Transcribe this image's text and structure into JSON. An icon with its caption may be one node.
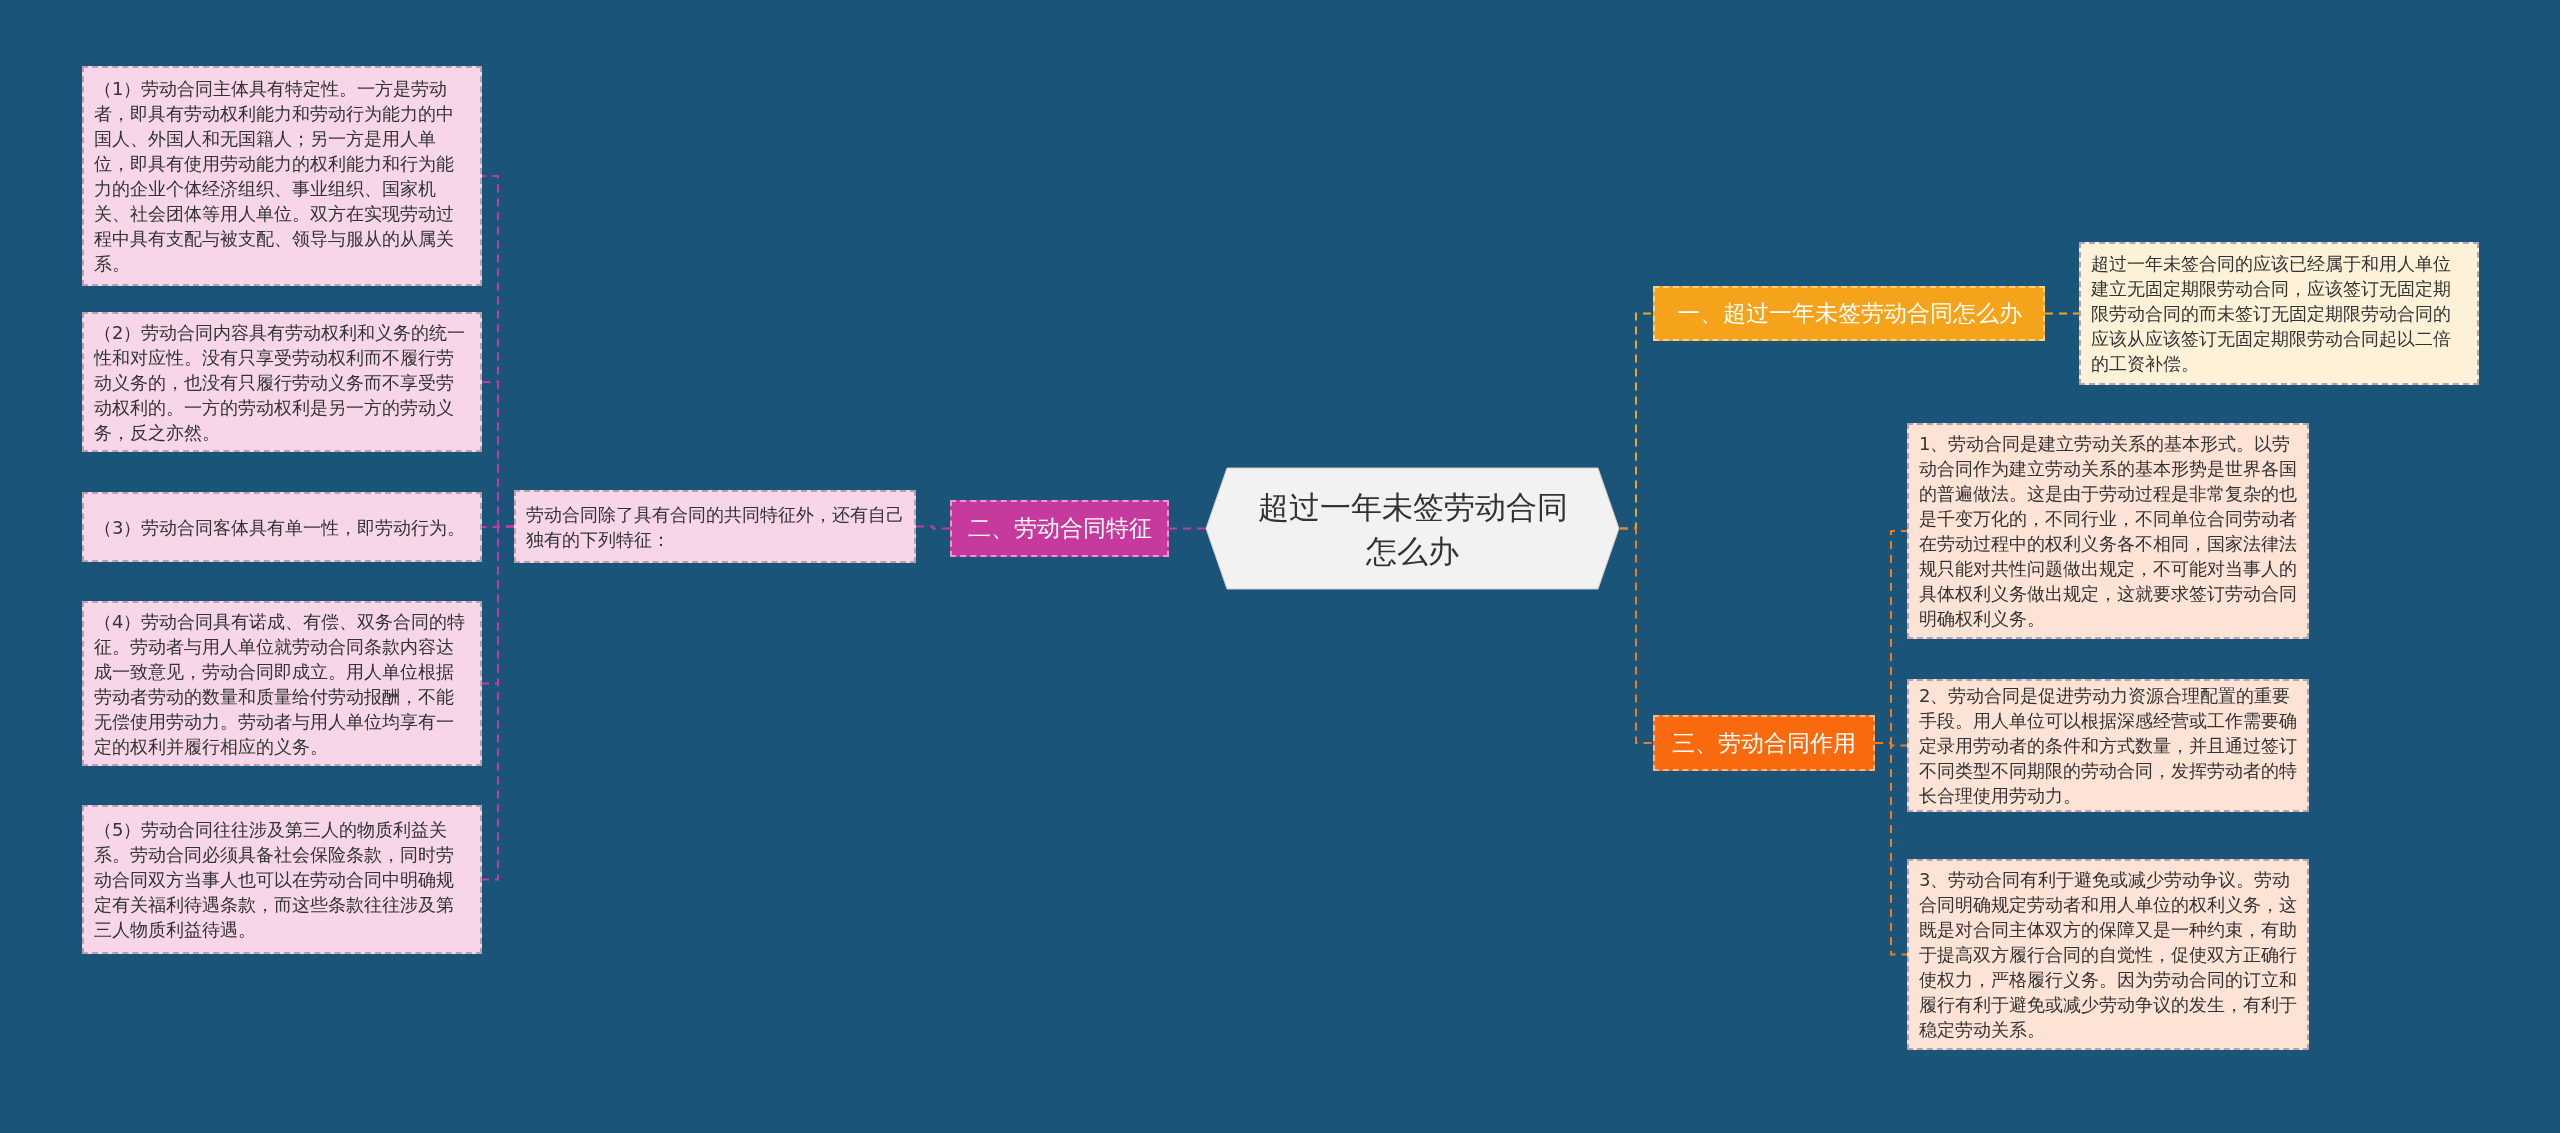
{
  "diagram": {
    "nodes": [
      {
        "text": [
          "超过一年未签劳动合同怎么办"
        ]
      },
      {
        "text": [
          "一、超过一年未签劳动合同怎么办"
        ]
      },
      {
        "text": [
          "超过一年未签合同的应该已经属于和用人单位建立无固定期限劳动合同，应该签订无固定期限劳动合同的而未签订无固定期限劳动合同的应该从应该签订无固定期限劳动合同起以二倍的工资补偿。"
        ]
      },
      {
        "text": [
          "二、劳动合同特征"
        ]
      },
      {
        "text": [
          "劳动合同除了具有合同的共同特征外，还有自己独有的下列特征："
        ]
      },
      {
        "text": [
          "（1）劳动合同主体具有特定性。一方是劳动者，即具有劳动权利能力和劳动行为能力的中国人、外国人和无国籍人；另一方是用人单位，即具有使用劳动能力的权利能力和行为能力的企业个体经济组织、事业组织、国家机关、社会团体等用人单位。双方在实现劳动过程中具有支配与被支配、领导与服从的从属关系。"
        ]
      },
      {
        "text": [
          "（2）劳动合同内容具有劳动权利和义务的统一性和对应性。没有只享受劳动权利而不履行劳动义务的，也没有只履行劳动义务而不享受劳动权利的。一方的劳动权利是另一方的劳动义务，反之亦然。"
        ]
      },
      {
        "text": [
          "（3）劳动合同客体具有单一性，即劳动行为。"
        ]
      },
      {
        "text": [
          "（4）劳动合同具有诺成、有偿、双务合同的特征。劳动者与用人单位就劳动合同条款内容达成一致意见，劳动合同即成立。用人单位根据劳动者劳动的数量和质量给付劳动报酬，不能无偿使用劳动力。劳动者与用人单位均享有一定的权利并履行相应的义务。"
        ]
      },
      {
        "text": [
          "（5）劳动合同往往涉及第三人的物质利益关系。劳动合同必须具备社会保险条款，同时劳动合同双方当事人也可以在劳动合同中明确规定有关福利待遇条款，而这些条款往往涉及第三人物质利益待遇。"
        ]
      },
      {
        "text": [
          "三、劳动合同作用"
        ]
      },
      {
        "text": [
          "1、劳动合同是建立劳动关系的基本形式。以劳动合同作为建立劳动关系的基本形势是世界各国的普遍做法。这是由于劳动过程是非常复杂的也是千变万化的，不同行业，不同单位合同劳动者在劳动过程中的权利义务各不相同，国家法律法规只能对共性问题做出规定，不可能对当事人的具体权利义务做出规定，这就要求签订劳动合同明确权利义务。"
        ]
      },
      {
        "text": [
          "2、劳动合同是促进劳动力资源合理配置的重要手段。用人单位可以根据深感经营或工作需要确定录用劳动者的条件和方式数量，并且通过签订不同类型不同期限的劳动合同，发挥劳动者的特长合理使用劳动力。"
        ]
      },
      {
        "text": [
          "3、劳动合同有利于避免或减少劳动争议。劳动合同明确规定劳动者和用人单位的权利义务，这既是对合同主体双方的保障又是一种约束，有助于提高双方履行合同的自觉性，促使双方正确行使权力，严格履行义务。因为劳动合同的订立和履行有利于避免或减少劳动争议的发生，有利于稳定劳动关系。"
        ]
      }
    ],
    "edges": [
      {
        "from": 0,
        "to": 1,
        "arrow": "none",
        "color": "#f5a31a"
      },
      {
        "from": 1,
        "to": 2,
        "arrow": "none",
        "color": "#f5a31a"
      },
      {
        "from": 0,
        "to": 3,
        "arrow": "none"
      },
      {
        "from": 3,
        "to": 4,
        "arrow": "none"
      },
      {
        "from": 4,
        "to": 5,
        "arrow": "none"
      },
      {
        "from": 4,
        "to": 6,
        "arrow": "none"
      },
      {
        "from": 4,
        "to": 7,
        "arrow": "none"
      },
      {
        "from": 4,
        "to": 8,
        "arrow": "none"
      },
      {
        "from": 4,
        "to": 9,
        "arrow": "none"
      },
      {
        "from": 0,
        "to": 10,
        "arrow": "none",
        "color": "#f07a1e"
      },
      {
        "from": 10,
        "to": 11,
        "arrow": "none",
        "color": "#f07a1e"
      },
      {
        "from": 10,
        "to": 12,
        "arrow": "none",
        "color": "#f07a1e"
      },
      {
        "from": 10,
        "to": 13,
        "arrow": "none",
        "color": "#f07a1e"
      }
    ]
  }
}
